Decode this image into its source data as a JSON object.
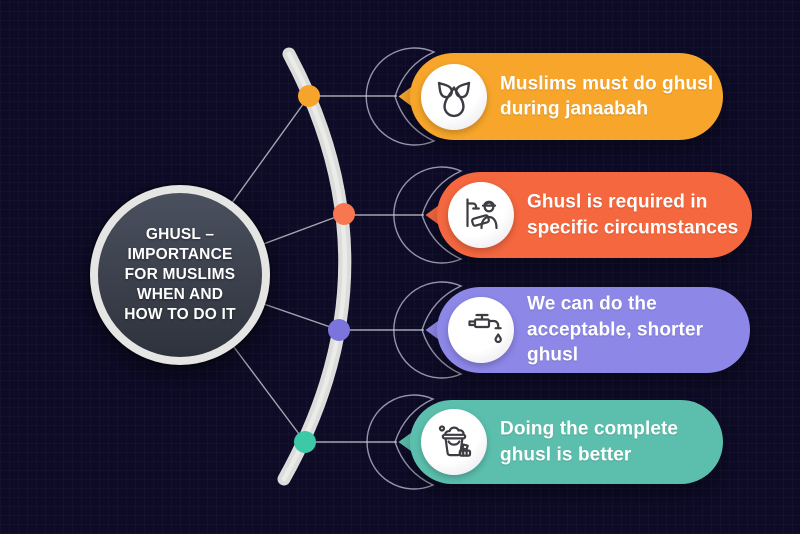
{
  "background": {
    "color": "#0d0b26"
  },
  "hub": {
    "title": "GHUSL – IMPORTANCE FOR MUSLIMS WHEN AND HOW TO DO IT",
    "title_lines": [
      "GHUSL –",
      "IMPORTANCE",
      "FOR MUSLIMS",
      "WHEN AND",
      "HOW TO DO IT"
    ],
    "fill_color": "#3b404c",
    "ring_color": "#e5e5e3",
    "text_color": "#ffffff"
  },
  "spine": {
    "arc_color": "#dcdcda",
    "connector_line_color": "#b6b6c2"
  },
  "items": [
    {
      "id": "janaabah",
      "icon": "water-drops-icon",
      "color": "#f7a62b",
      "dot_color": "#f7a42d",
      "text": "Muslims must do ghusl during janaabah",
      "text_lines": [
        "Muslims must do ghusl",
        "during janaabah"
      ]
    },
    {
      "id": "required-circumstances",
      "icon": "person-washing-icon",
      "color": "#f4673f",
      "dot_color": "#f97750",
      "text": "Ghusl is required in specific circumstances",
      "text_lines": [
        "Ghusl is required in",
        "specific circumstances"
      ]
    },
    {
      "id": "shorter-ghusl",
      "icon": "faucet-icon",
      "color": "#8d87e8",
      "dot_color": "#7b74dd",
      "text": "We can do the acceptable, shorter ghusl",
      "text_lines": [
        "We can do the",
        "acceptable, shorter ghusl"
      ]
    },
    {
      "id": "complete-ghusl",
      "icon": "bucket-icon",
      "color": "#5cbfad",
      "dot_color": "#3ec9a6",
      "text": "Doing the complete ghusl is better",
      "text_lines": [
        "Doing the complete",
        "ghusl is better"
      ]
    }
  ]
}
